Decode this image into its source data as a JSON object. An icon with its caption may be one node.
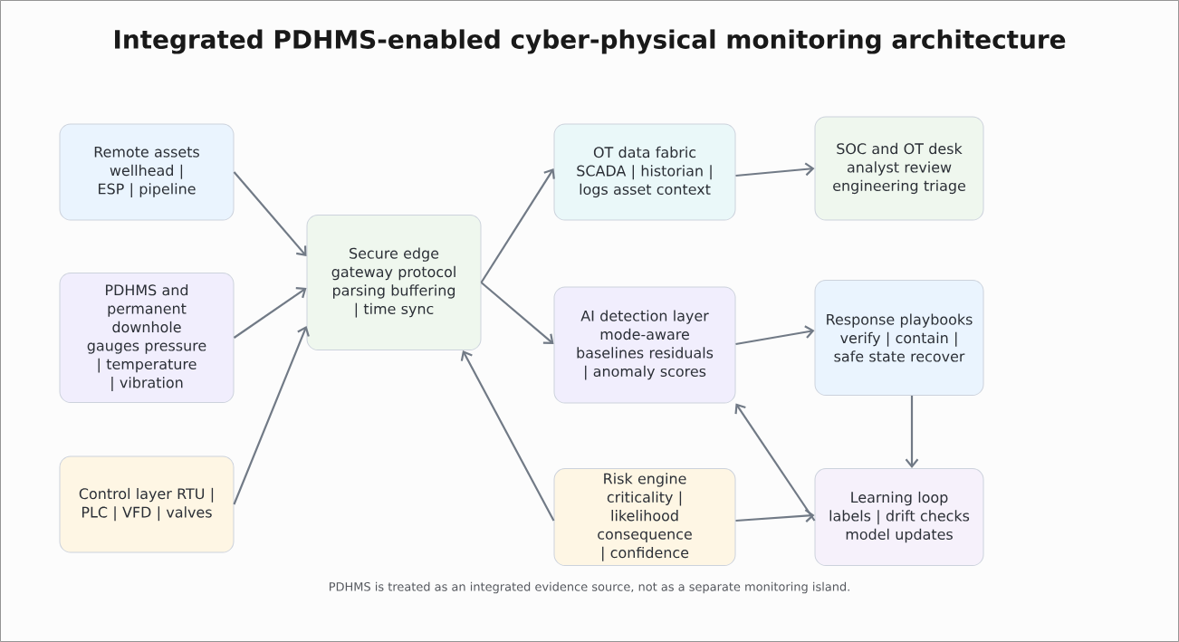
{
  "diagram": {
    "title": "Integrated PDHMS-enabled cyber-physical monitoring architecture",
    "caption": "PDHMS is treated as an integrated evidence source, not as a separate monitoring island.",
    "nodes": [
      {
        "text": [
          "Remote assets wellhead | ESP | pipeline"
        ]
      },
      {
        "text": [
          "PDHMS and permanent downhole gauges pressure | temperature | vibration"
        ]
      },
      {
        "text": [
          "Control layer RTU | PLC | VFD | valves"
        ]
      },
      {
        "text": [
          "Secure edge gateway protocol parsing buffering | time sync"
        ]
      },
      {
        "text": [
          "OT data fabric SCADA | historian | logs asset context"
        ]
      },
      {
        "text": [
          "SOC and OT desk analyst review engineering triage"
        ]
      },
      {
        "text": [
          "AI detection layer mode-aware baselines residuals | anomaly scores"
        ]
      },
      {
        "text": [
          "Response playbooks verify | contain | safe state recover"
        ]
      },
      {
        "text": [
          "Risk engine criticality | likelihood consequence | confidence"
        ]
      },
      {
        "text": [
          "Learning loop labels | drift checks model updates"
        ]
      }
    ],
    "edges": [
      {
        "from": 0,
        "to": 3,
        "arrow": "to"
      },
      {
        "from": 1,
        "to": 3,
        "arrow": "to"
      },
      {
        "from": 2,
        "to": 3,
        "arrow": "to"
      },
      {
        "from": 3,
        "to": 4,
        "arrow": "to"
      },
      {
        "from": 3,
        "to": 6,
        "arrow": "to"
      },
      {
        "from": 4,
        "to": 5,
        "arrow": "to"
      },
      {
        "from": 6,
        "to": 7,
        "arrow": "to"
      },
      {
        "from": 7,
        "to": 9,
        "arrow": "to"
      },
      {
        "from": 8,
        "to": 9,
        "arrow": "to"
      },
      {
        "from": 8,
        "to": 3,
        "arrow": "to"
      },
      {
        "from": 9,
        "to": 6,
        "arrow": "to"
      }
    ]
  }
}
